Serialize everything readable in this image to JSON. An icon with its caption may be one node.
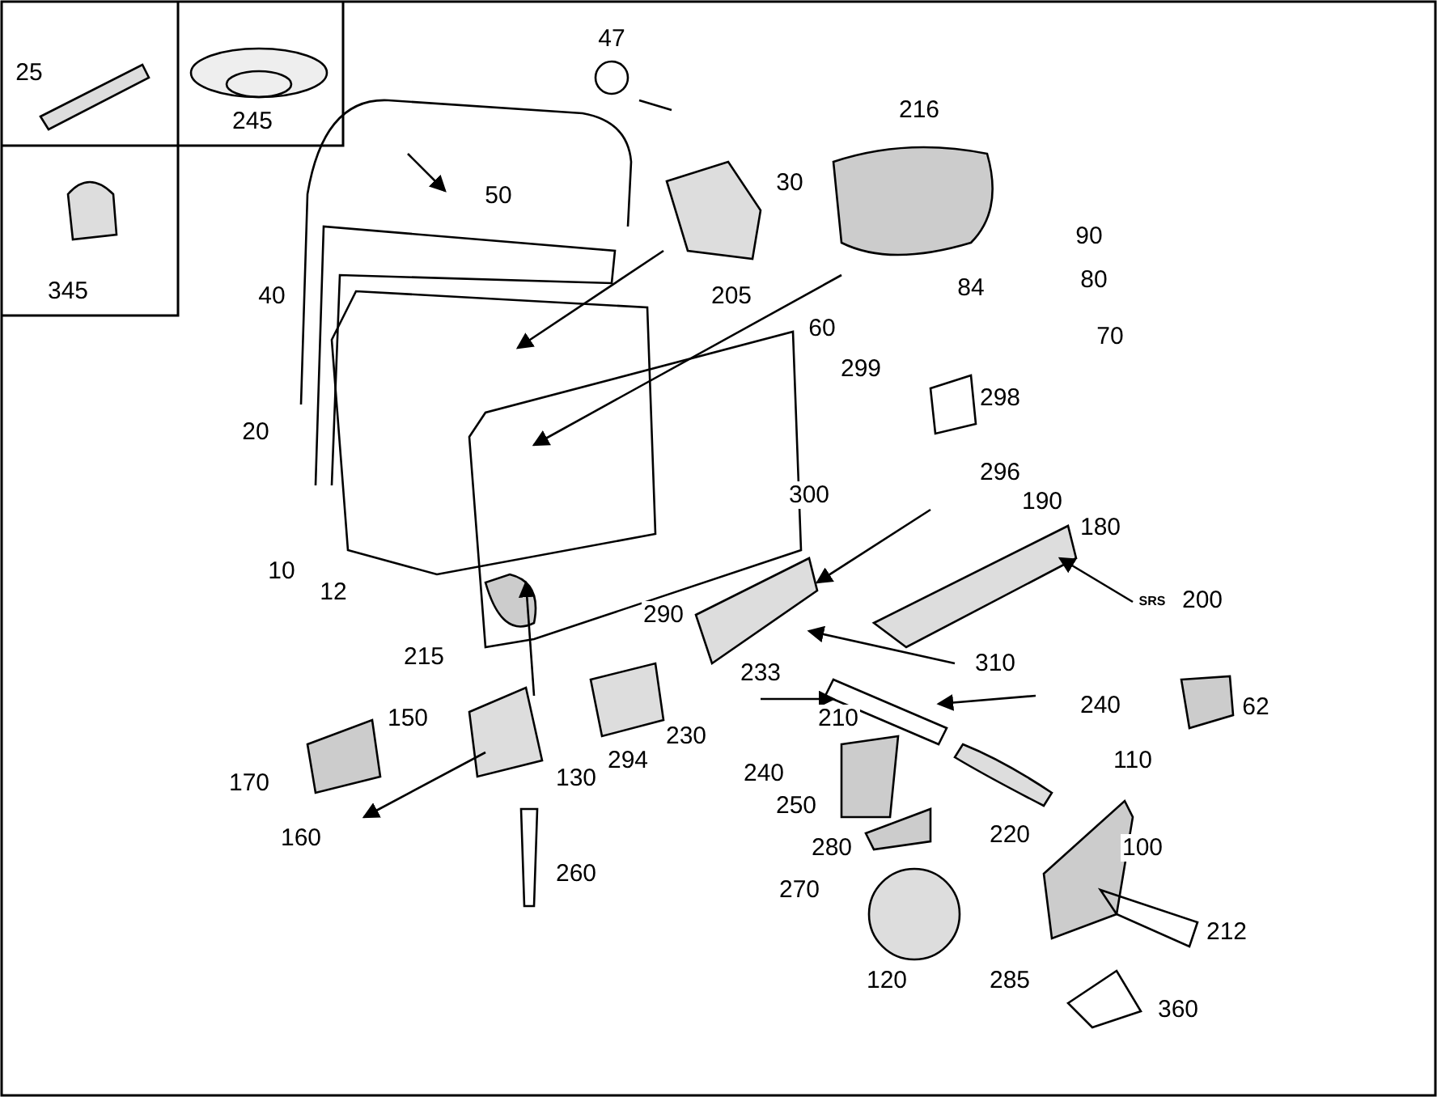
{
  "diagram": {
    "labels": [
      "25",
      "245",
      "47",
      "345",
      "216",
      "50",
      "30",
      "90",
      "40",
      "84",
      "80",
      "205",
      "60",
      "70",
      "299",
      "298",
      "20",
      "296",
      "300",
      "190",
      "180",
      "10",
      "12",
      "200",
      "SRS",
      "290",
      "215",
      "310",
      "233",
      "240",
      "62",
      "150",
      "230",
      "210",
      "294",
      "170",
      "130",
      "240",
      "110",
      "250",
      "160",
      "220",
      "280",
      "100",
      "260",
      "270",
      "212",
      "120",
      "285",
      "360"
    ]
  }
}
